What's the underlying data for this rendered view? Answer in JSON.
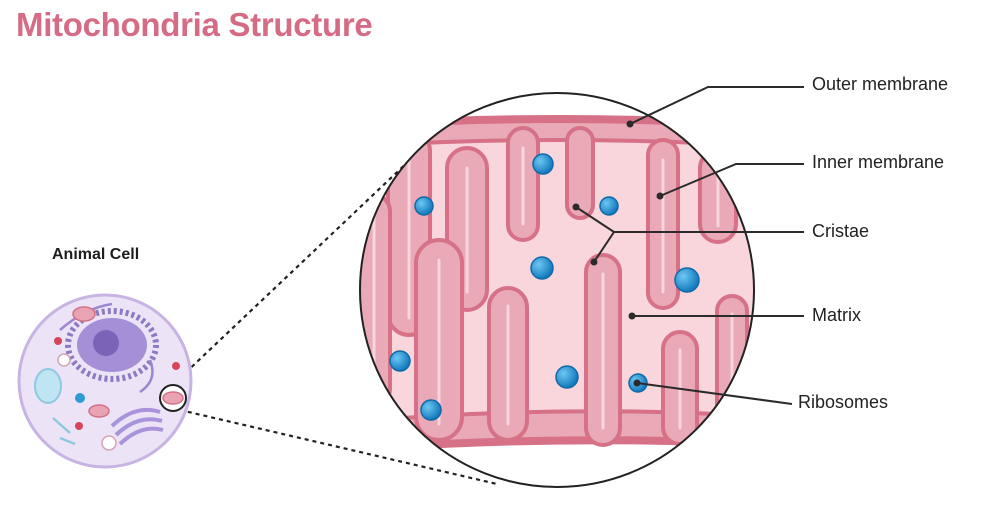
{
  "title": "Mitochondria Structure",
  "cell_label": "Animal Cell",
  "labels": {
    "outer_membrane": "Outer membrane",
    "inner_membrane": "Inner membrane",
    "cristae": "Cristae",
    "matrix": "Matrix",
    "ribosomes": "Ribosomes"
  },
  "colors": {
    "title": "#d66b86",
    "membrane": "#d67187",
    "matrix": "#f9d5dc",
    "intermembrane": "#e9a9b6",
    "ribosome": "#1b8fd1",
    "cell_fill": "#ece4f6",
    "cell_border": "#c7b4e2",
    "leader_line": "#2b2b2b"
  },
  "icons": [
    "animal-cell-icon",
    "ribosome-icon"
  ]
}
